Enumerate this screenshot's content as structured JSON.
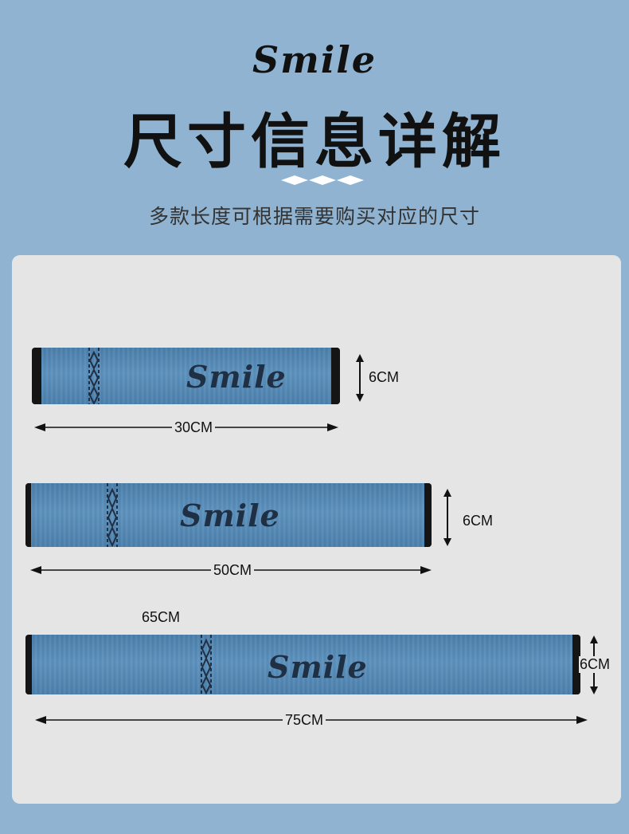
{
  "header": {
    "brand": "Smile",
    "title": "尺寸信息详解",
    "subtitle": "多款长度可根据需要购买对应的尺寸"
  },
  "items": [
    {
      "logo": "Smile",
      "height_label": "6CM",
      "width_label": "30CM"
    },
    {
      "logo": "Smile",
      "height_label": "6CM",
      "width_label": "50CM"
    },
    {
      "logo": "Smile",
      "extra_label": "65CM",
      "height_label": "6CM",
      "width_label": "75CM"
    }
  ],
  "colors": {
    "background": "#8fb3d0",
    "panel": "#e5e5e5",
    "towel": "#4f84b0",
    "edge": "#151515"
  }
}
